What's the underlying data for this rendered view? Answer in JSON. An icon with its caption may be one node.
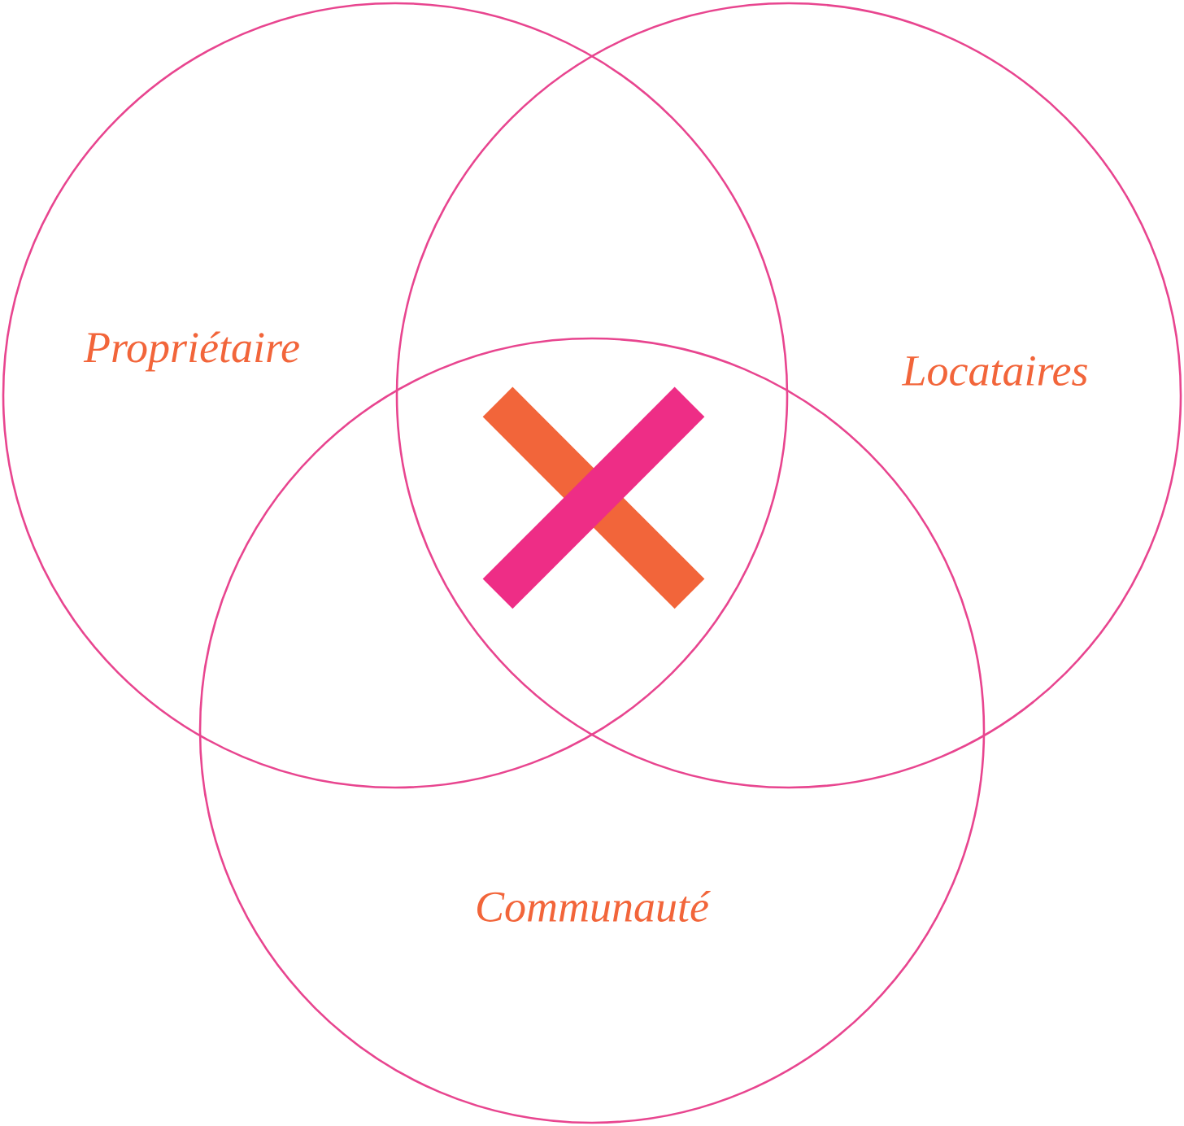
{
  "diagram": {
    "nodes": [
      {
        "text": [
          "Propriétaire"
        ]
      },
      {
        "text": [
          "Locataires"
        ]
      },
      {
        "text": [
          "Communauté"
        ]
      }
    ]
  }
}
